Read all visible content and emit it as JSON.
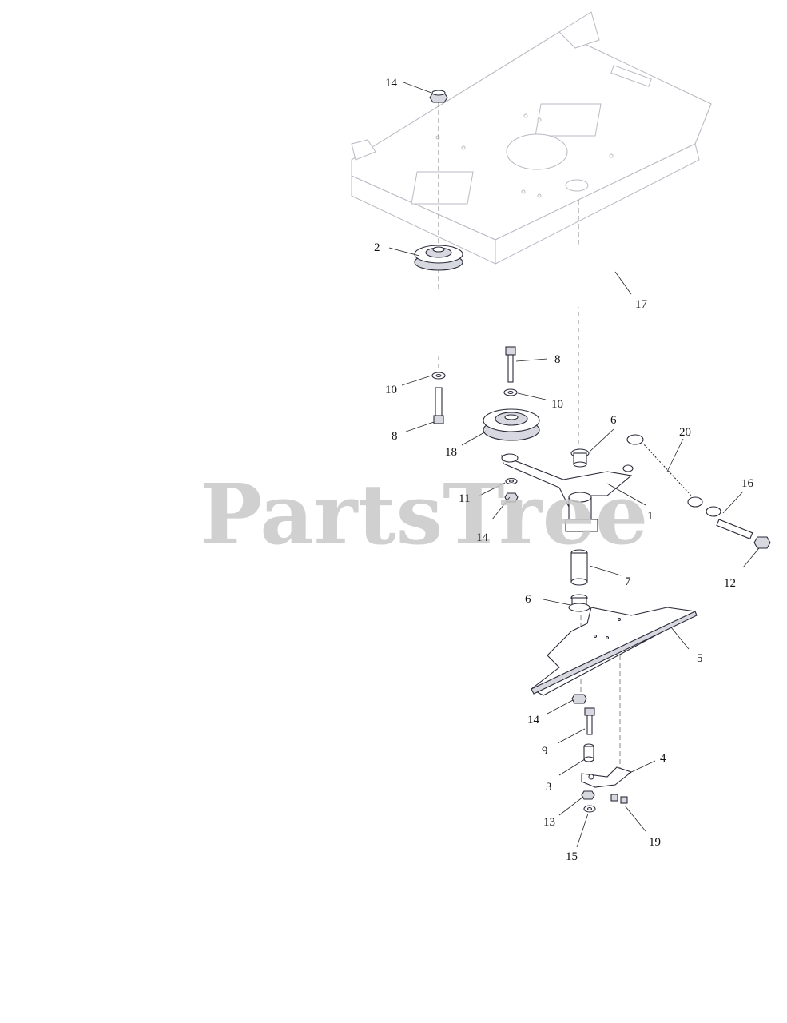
{
  "watermark": "PartsTree",
  "callouts": [
    {
      "id": "c14a",
      "label": "14"
    },
    {
      "id": "c2",
      "label": "2"
    },
    {
      "id": "c17",
      "label": "17"
    },
    {
      "id": "c8a",
      "label": "8"
    },
    {
      "id": "c10a",
      "label": "10"
    },
    {
      "id": "c10b",
      "label": "10"
    },
    {
      "id": "c8b",
      "label": "8"
    },
    {
      "id": "c6a",
      "label": "6"
    },
    {
      "id": "c20",
      "label": "20"
    },
    {
      "id": "c18",
      "label": "18"
    },
    {
      "id": "c16",
      "label": "16"
    },
    {
      "id": "c11",
      "label": "11"
    },
    {
      "id": "c1",
      "label": "1"
    },
    {
      "id": "c14b",
      "label": "14"
    },
    {
      "id": "c12",
      "label": "12"
    },
    {
      "id": "c7",
      "label": "7"
    },
    {
      "id": "c6b",
      "label": "6"
    },
    {
      "id": "c5",
      "label": "5"
    },
    {
      "id": "c14c",
      "label": "14"
    },
    {
      "id": "c9",
      "label": "9"
    },
    {
      "id": "c4",
      "label": "4"
    },
    {
      "id": "c3",
      "label": "3"
    },
    {
      "id": "c13",
      "label": "13"
    },
    {
      "id": "c19",
      "label": "19"
    },
    {
      "id": "c15",
      "label": "15"
    }
  ]
}
